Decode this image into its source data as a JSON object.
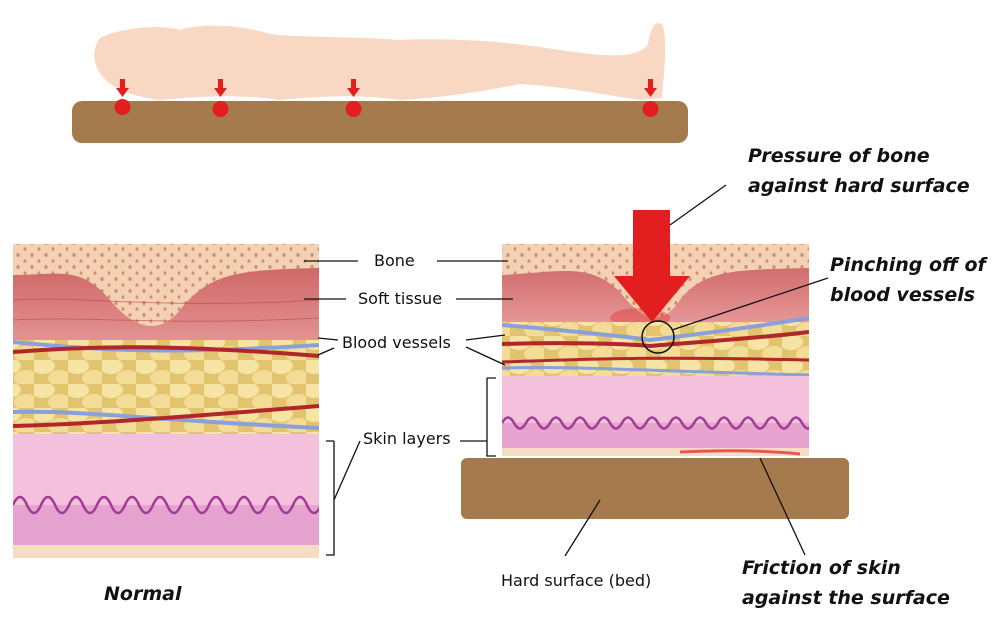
{
  "labels": {
    "bone": "Bone",
    "soft_tissue": "Soft tissue",
    "blood_vessels": "Blood vessels",
    "skin_layers": "Skin layers",
    "hard_surface": "Hard surface (bed)",
    "normal": "Normal",
    "pressure_line1": "Pressure of bone",
    "pressure_line2": "against hard surface",
    "pinching_line1": "Pinching off of",
    "pinching_line2": "blood vessels",
    "friction_line1": "Friction of skin",
    "friction_line2": "against the surface"
  },
  "colors": {
    "bed": "#a57a4c",
    "body": "#f8d7c3",
    "pressure": "#e31e1e",
    "bone": "#f4d0b4",
    "soft_tissue": "#cf6a6a",
    "fat": "#ecd690",
    "skin": "#f3c1dc",
    "skin_wave": "#a23b96"
  }
}
